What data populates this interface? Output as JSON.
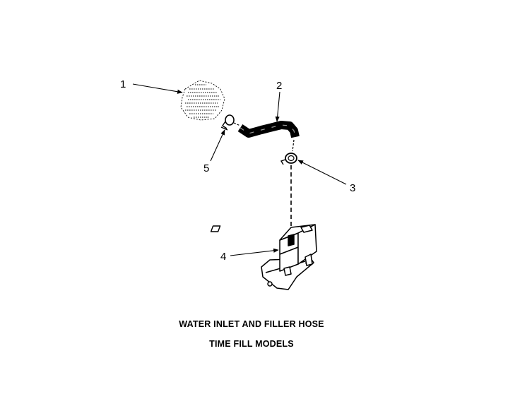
{
  "callouts": {
    "c1": "1",
    "c2": "2",
    "c3": "3",
    "c4": "4",
    "c5": "5"
  },
  "caption": {
    "line1": "WATER INLET AND FILLER HOSE",
    "line2": "TIME FILL MODELS"
  },
  "colors": {
    "ink": "#000000",
    "background": "#ffffff"
  }
}
